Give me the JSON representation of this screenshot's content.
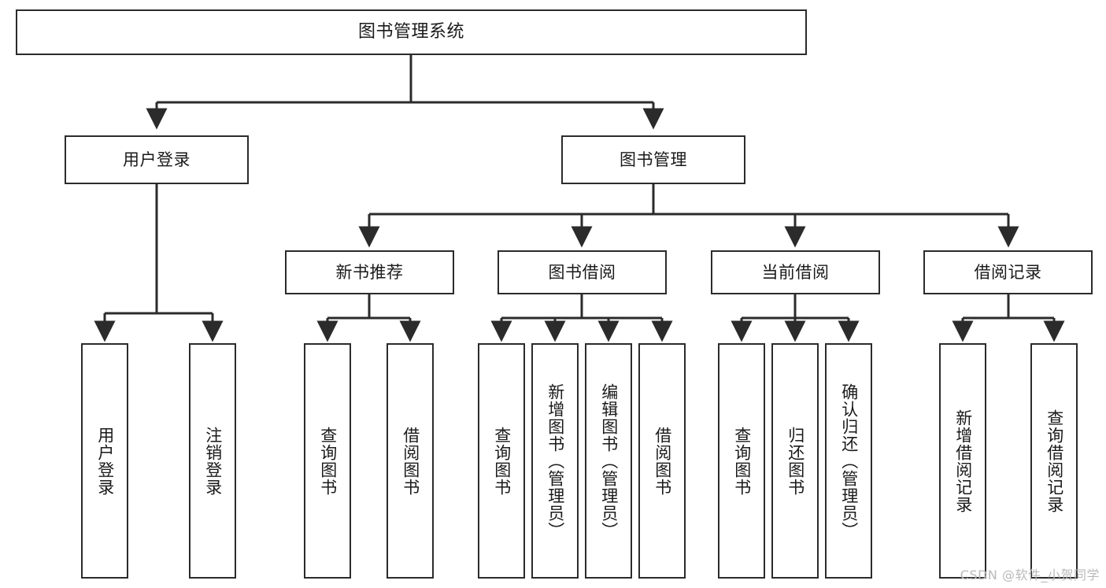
{
  "diagram": {
    "title": "图书管理系统",
    "watermark": "CSDN @软件_小贺同学",
    "colors": {
      "stroke": "#2b2b2b",
      "fill": "#ffffff",
      "text": "#1a1a1a",
      "watermark": "#b9b9b9"
    },
    "levels": {
      "root": "图书管理系统",
      "level2": [
        "用户登录",
        "图书管理"
      ],
      "level3": [
        "新书推荐",
        "图书借阅",
        "当前借阅",
        "借阅记录"
      ]
    },
    "nodes": {
      "root": {
        "label": "图书管理系统"
      },
      "user_login": {
        "label": "用户登录"
      },
      "book_manage": {
        "label": "图书管理"
      },
      "new_book_rec": {
        "label": "新书推荐"
      },
      "book_borrow": {
        "label": "图书借阅"
      },
      "current_borrow": {
        "label": "当前借阅"
      },
      "borrow_record": {
        "label": "借阅记录"
      },
      "leaf_user_login": {
        "label": "用户登录"
      },
      "leaf_user_logout": {
        "label": "注销登录"
      },
      "leaf_query_book_a": {
        "label": "查询图书"
      },
      "leaf_borrow_book_a": {
        "label": "借阅图书"
      },
      "leaf_query_book_b": {
        "label": "查询图书"
      },
      "leaf_add_book": {
        "label": "新增图书（管理员）"
      },
      "leaf_edit_book": {
        "label": "编辑图书（管理员）"
      },
      "leaf_borrow_book_b": {
        "label": "借阅图书"
      },
      "leaf_query_book_c": {
        "label": "查询图书"
      },
      "leaf_return_book": {
        "label": "归还图书"
      },
      "leaf_confirm_return": {
        "label": "确认归还（管理员）"
      },
      "leaf_add_record": {
        "label": "新增借阅记录"
      },
      "leaf_query_record": {
        "label": "查询借阅记录"
      }
    },
    "edges": [
      {
        "from": "root",
        "to": "user_login"
      },
      {
        "from": "root",
        "to": "book_manage"
      },
      {
        "from": "user_login",
        "to": "leaf_user_login"
      },
      {
        "from": "user_login",
        "to": "leaf_user_logout"
      },
      {
        "from": "book_manage",
        "to": "new_book_rec"
      },
      {
        "from": "book_manage",
        "to": "book_borrow"
      },
      {
        "from": "book_manage",
        "to": "current_borrow"
      },
      {
        "from": "book_manage",
        "to": "borrow_record"
      },
      {
        "from": "new_book_rec",
        "to": "leaf_query_book_a"
      },
      {
        "from": "new_book_rec",
        "to": "leaf_borrow_book_a"
      },
      {
        "from": "book_borrow",
        "to": "leaf_query_book_b"
      },
      {
        "from": "book_borrow",
        "to": "leaf_add_book"
      },
      {
        "from": "book_borrow",
        "to": "leaf_edit_book"
      },
      {
        "from": "book_borrow",
        "to": "leaf_borrow_book_b"
      },
      {
        "from": "current_borrow",
        "to": "leaf_query_book_c"
      },
      {
        "from": "current_borrow",
        "to": "leaf_return_book"
      },
      {
        "from": "current_borrow",
        "to": "leaf_confirm_return"
      },
      {
        "from": "borrow_record",
        "to": "leaf_add_record"
      },
      {
        "from": "borrow_record",
        "to": "leaf_query_record"
      }
    ]
  }
}
